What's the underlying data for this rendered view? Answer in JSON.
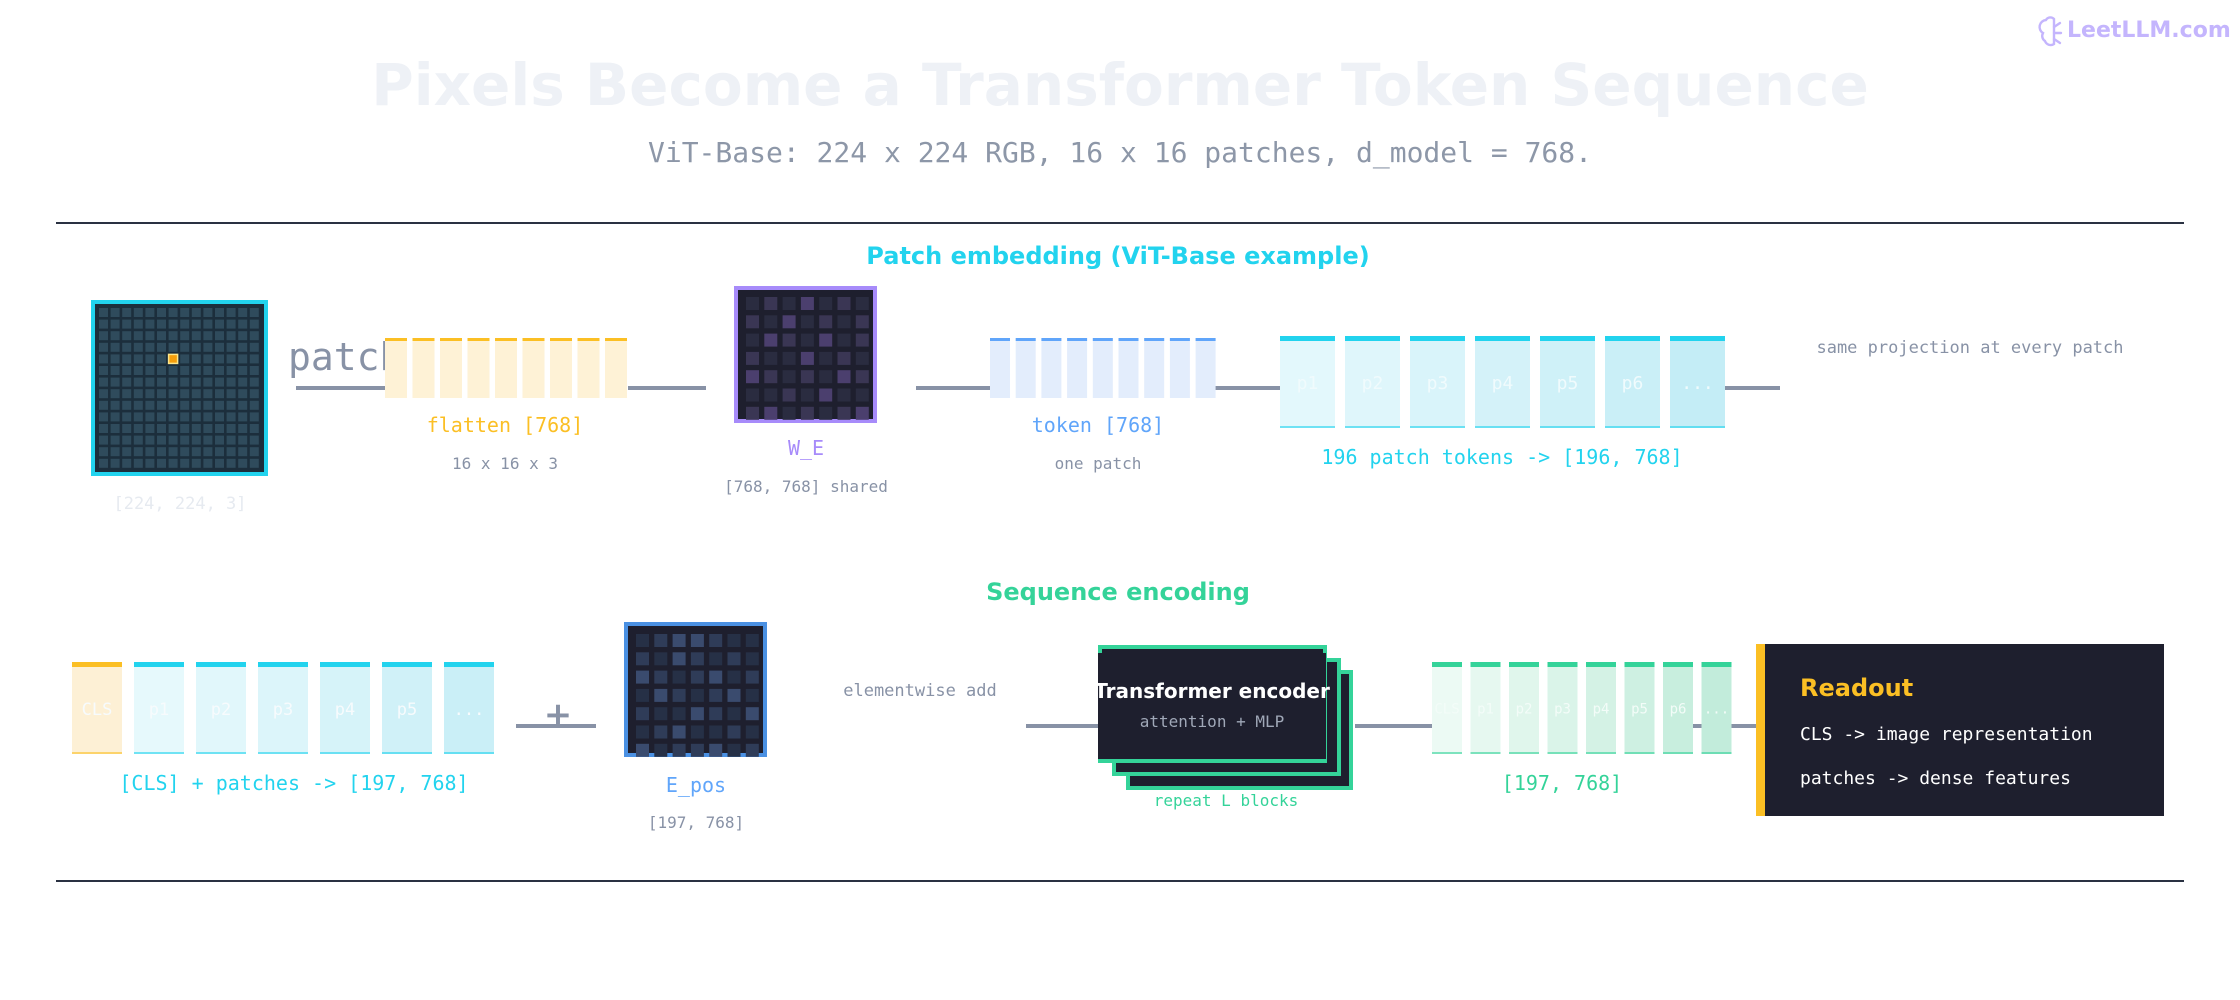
{
  "brand": {
    "text": "LeetLLM.com",
    "color": "#c4b5fd"
  },
  "title": "Pixels Become a Transformer Token Sequence",
  "subtitle": "ViT-Base: 224 x 224 RGB, 16 x 16 patches, d_model = 768.",
  "colors": {
    "cyan": "#22d3ee",
    "green": "#34d399",
    "amber": "#fbbf24",
    "purple": "#a78bfa",
    "blue": "#60a5fa",
    "dark": "#1e1f2e",
    "connector": "#8892a6",
    "muted": "#8892a6",
    "faint": "#e6eaf0",
    "rule": "#2a3142"
  },
  "patch_embedding": {
    "heading": "Patch embedding (ViT-Base example)",
    "image_shape": "[224, 224, 3]",
    "patch_label": "patch",
    "flatten_label": "flatten [768]",
    "flatten_sub": "16 x 16 x 3",
    "we_label": "W_E",
    "we_sub": "[768, 768] shared",
    "token_label": "token [768]",
    "token_sub": "one patch",
    "patch_tokens": [
      "p1",
      "p2",
      "p3",
      "p4",
      "p5",
      "p6",
      "..."
    ],
    "patch_tokens_label": "196 patch tokens -> [196, 768]",
    "side_note": "same projection at every patch"
  },
  "sequence_encoding": {
    "heading": "Sequence encoding",
    "tokens": [
      "CLS",
      "p1",
      "p2",
      "p3",
      "p4",
      "p5",
      "..."
    ],
    "tokens_label": "[CLS] + patches -> [197, 768]",
    "plus": "+",
    "epos_label": "E_pos",
    "epos_sub": "[197, 768]",
    "add_note": "elementwise add",
    "encoder_title": "Transformer encoder",
    "encoder_sub": "attention + MLP",
    "encoder_repeat": "repeat L blocks",
    "output_tokens": [
      "CLS",
      "p1",
      "p2",
      "p3",
      "p4",
      "p5",
      "p6",
      "..."
    ],
    "output_label": "[197, 768]",
    "readout_title": "Readout",
    "readout_lines": [
      "CLS -> image representation",
      "patches -> dense features"
    ]
  }
}
